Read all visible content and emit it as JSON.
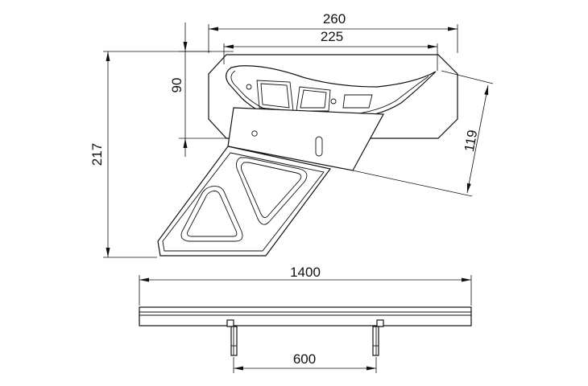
{
  "dimensions": {
    "width_top": "260",
    "width_inner": "225",
    "height_blade": "90",
    "height_total": "217",
    "depth_angled": "119",
    "length_beam": "1400",
    "bracket_spacing": "600"
  },
  "colors": {
    "line": "#111111",
    "background": "#ffffff"
  }
}
